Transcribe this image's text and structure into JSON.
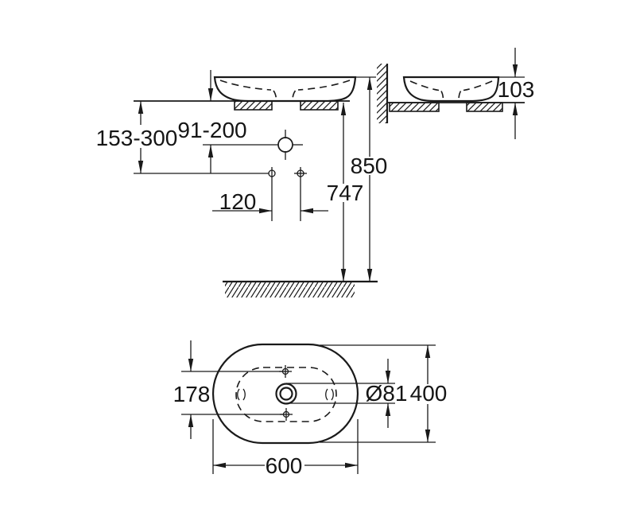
{
  "drawing": {
    "kind": "sanitary-ware dimension drawing",
    "views": {
      "front": "front view of countertop basin on counter with wall-mounted tap holes",
      "side": "side view of basin on counter at wall",
      "top": "top view of oval basin with drain"
    },
    "colors": {
      "line": "#1a1a1a",
      "background": "#ffffff"
    }
  },
  "labels": {
    "front": {
      "counter_to_holes_range": "153-300",
      "counter_to_spout_range": "91-200",
      "hole_spacing": "120",
      "counter_height": "747",
      "rim_height": "850"
    },
    "side": {
      "basin_height": "103"
    },
    "top": {
      "hole_span": "178",
      "drain_diameter": "Ø81",
      "basin_depth": "400",
      "basin_width": "600"
    }
  }
}
